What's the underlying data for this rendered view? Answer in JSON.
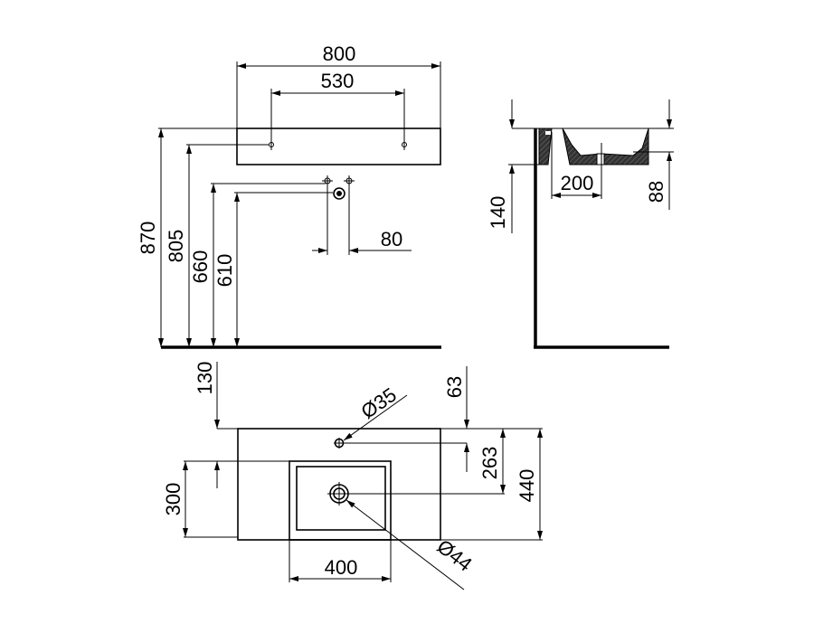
{
  "front_view": {
    "width_total": "800",
    "hole_spacing": "530",
    "height_top": "870",
    "height_fixing": "805",
    "height_tap": "660",
    "height_drain": "610",
    "drain_offset": "80"
  },
  "side_view": {
    "wall_offset": "200",
    "height_basin": "140",
    "depth_bowl": "88"
  },
  "top_view": {
    "tap_hole_offset": "130",
    "edge_offset": "63",
    "drain_depth": "263",
    "depth_total": "440",
    "bowl_depth": "300",
    "bowl_width": "400",
    "tap_hole_diameter": "Ø35",
    "drain_diameter": "Ø44"
  }
}
